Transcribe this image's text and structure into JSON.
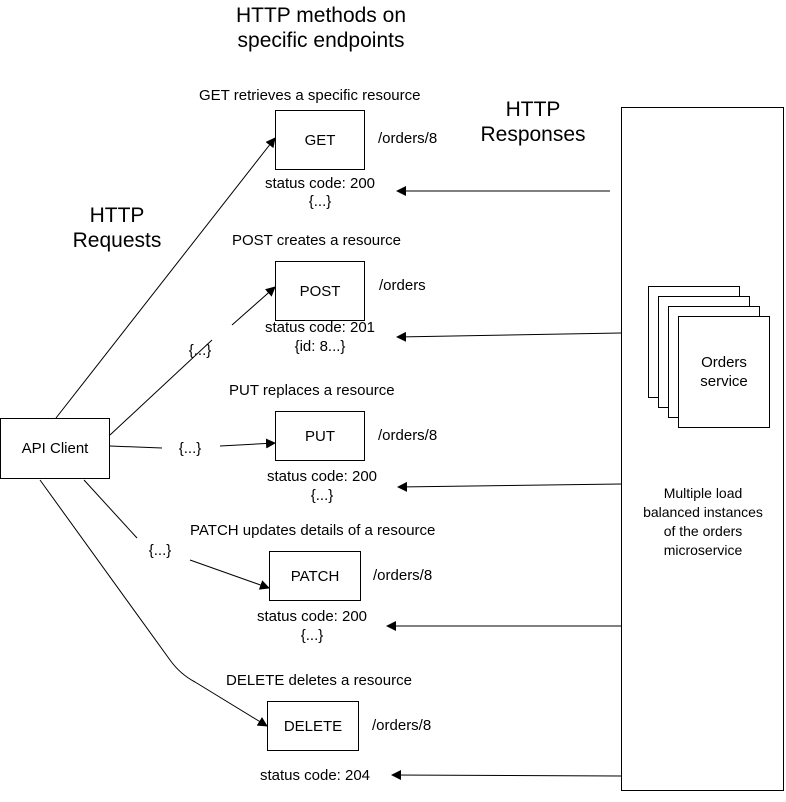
{
  "headings": {
    "methods_title_line1": "HTTP methods on",
    "methods_title_line2": "specific endpoints",
    "requests_line1": "HTTP",
    "requests_line2": "Requests",
    "responses_line1": "HTTP",
    "responses_line2": "Responses"
  },
  "client": {
    "label": "API Client"
  },
  "methods": [
    {
      "caption": "GET retrieves a specific resource",
      "method": "GET",
      "path": "/orders/8",
      "status": "status code: 200",
      "body": "{...}",
      "request_body": ""
    },
    {
      "caption": "POST creates a resource",
      "method": "POST",
      "path": "/orders",
      "status": "status code: 201",
      "body": "{id: 8...}",
      "request_body": "{...}"
    },
    {
      "caption": "PUT replaces a resource",
      "method": "PUT",
      "path": "/orders/8",
      "status": "status code: 200",
      "body": "{...}",
      "request_body": "{...}"
    },
    {
      "caption": "PATCH updates details of a resource",
      "method": "PATCH",
      "path": "/orders/8",
      "status": "status code: 200",
      "body": "{...}",
      "request_body": "{...}"
    },
    {
      "caption": "DELETE deletes a resource",
      "method": "DELETE",
      "path": "/orders/8",
      "status": "status code: 204",
      "body": "",
      "request_body": ""
    }
  ],
  "service": {
    "card_line1": "Orders",
    "card_line2": "service",
    "desc_line1": "Multiple load",
    "desc_line2": "balanced instances",
    "desc_line3": "of the orders",
    "desc_line4": "microservice"
  }
}
